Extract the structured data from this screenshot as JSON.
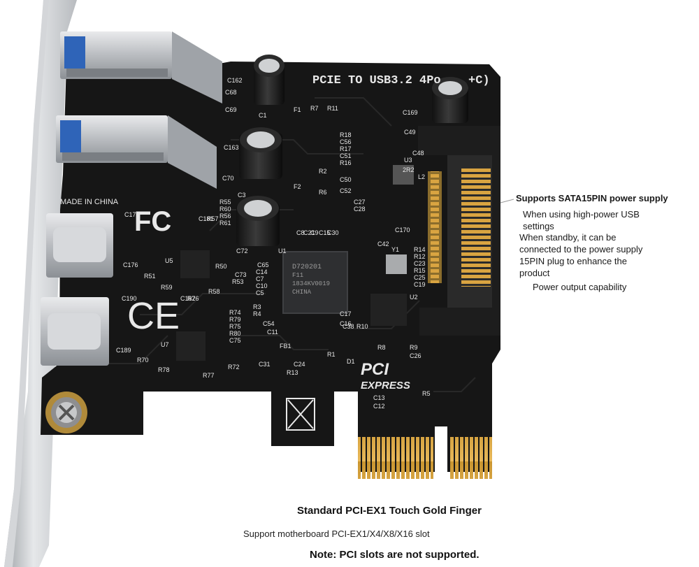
{
  "board": {
    "silkscreen_title": "PCIE TO USB3.2 4Po",
    "silkscreen_title_tail": "+C)",
    "made_in": "MADE IN CHINA",
    "chip_marking": [
      "D720201",
      "F11",
      "1834KV0019",
      "CHINA"
    ],
    "pci_logo_top": "PCI",
    "pci_logo_bottom": "EXPRESS",
    "component_labels": [
      "C162",
      "C68",
      "C69",
      "C1",
      "F1",
      "R7",
      "R11",
      "C169",
      "R18",
      "C56",
      "C49",
      "R17",
      "C51",
      "R16",
      "C48",
      "U3",
      "2R2",
      "L2",
      "C50",
      "C52",
      "C27",
      "C28",
      "R2",
      "F2",
      "R6",
      "C3",
      "C163",
      "C70",
      "R55",
      "R60",
      "R56",
      "R61",
      "R57",
      "C181",
      "C179",
      "U5",
      "C72",
      "U1",
      "C8",
      "C21",
      "C9",
      "C15",
      "C30",
      "C42",
      "Y1",
      "R14",
      "R12",
      "C23",
      "R15",
      "C25",
      "C19",
      "C170",
      "R51",
      "R50",
      "C73",
      "R53",
      "R59",
      "R58",
      "C65",
      "C14",
      "C7",
      "C10",
      "C5",
      "R3",
      "R4",
      "C54",
      "C11",
      "U2",
      "C17",
      "C16",
      "C38",
      "R10",
      "R1",
      "R8",
      "R9",
      "C26",
      "D1",
      "C176",
      "C190",
      "C182",
      "R76",
      "R74",
      "R79",
      "R75",
      "R80",
      "C24",
      "C75",
      "U7",
      "C189",
      "R70",
      "R78",
      "R77",
      "R72",
      "C31",
      "R13",
      "FB1",
      "C13",
      "C12",
      "R5"
    ]
  },
  "annotations": {
    "sata_title": "Supports SATA15PIN power supply",
    "sata_lines": [
      "When using high-power USB",
      "settings",
      "When standby, it can be",
      "connected to the power supply",
      "15PIN plug to enhance the",
      "product",
      "Power output capability"
    ]
  },
  "captions": {
    "gold_finger": "Standard PCI-EX1 Touch Gold Finger",
    "support": "Support motherboard PCI-EX1/X4/X8/X16 slot",
    "note": "Note: PCI slots are not supported."
  },
  "colors": {
    "pcb": "#161616",
    "silkscreen": "#e8e8e8",
    "gold": "#d9a441",
    "bracket": "#c9cbcd",
    "usb_blue": "#2f64b8"
  }
}
